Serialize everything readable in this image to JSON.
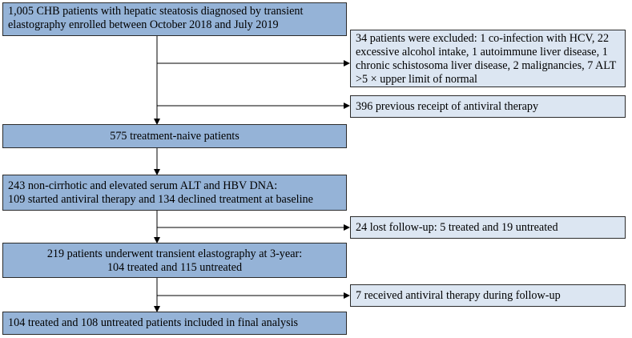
{
  "flowchart": {
    "enrolled": {
      "line1": "1,005 CHB patients with hepatic steatosis diagnosed by transient",
      "line2": "elastography enrolled between October 2018 and July 2019"
    },
    "excluded": {
      "line1": "34 patients were excluded: 1 co-infection with HCV, 22",
      "line2": "excessive alcohol intake, 1 autoimmune liver disease, 1",
      "line3": "chronic schistosoma liver disease, 2 malignancies, 7 ALT",
      "line4": ">5 × upper limit of normal"
    },
    "previous_antiviral": "396 previous receipt of antiviral therapy",
    "treatment_naive": "575 treatment-naive patients",
    "non_cirrhotic": {
      "line1": "243 non-cirrhotic and elevated serum ALT and HBV DNA:",
      "line2": "109 started antiviral therapy and 134 declined treatment at baseline"
    },
    "lost_followup": "24 lost follow-up: 5 treated and 19 untreated",
    "elastography_3yr": {
      "line1": "219 patients underwent transient elastography at 3-year:",
      "line2": "104 treated and 115 untreated"
    },
    "received_during_followup": "7 received antiviral therapy during follow-up",
    "final_analysis": "104 treated and 108 untreated patients included in final analysis"
  }
}
